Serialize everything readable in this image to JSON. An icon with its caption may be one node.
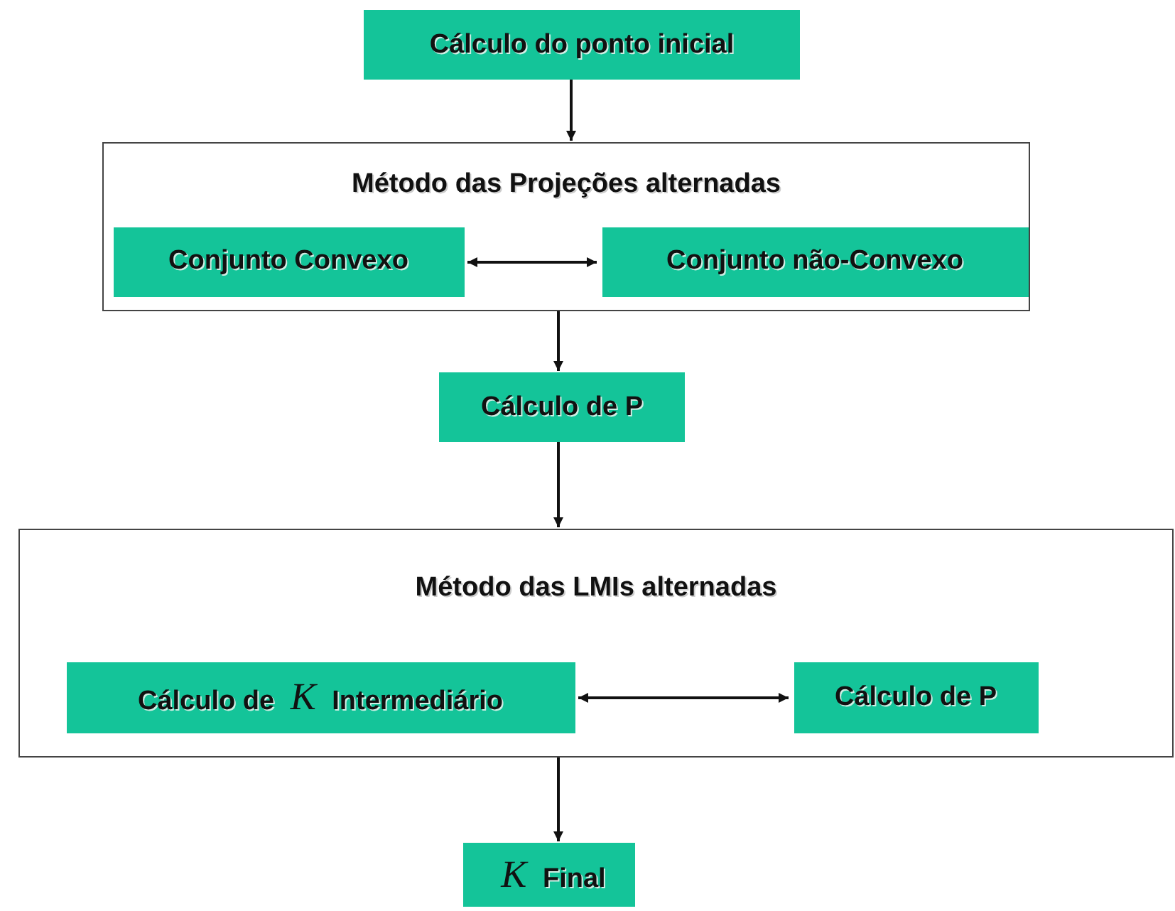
{
  "diagram": {
    "nodes": [
      {
        "text": [
          "Cálculo do ponto inicial"
        ]
      },
      {
        "text": [
          "Método das Projeções alternadas"
        ]
      },
      {
        "text": [
          "Conjunto Convexo"
        ],
        "in": 1
      },
      {
        "text": [
          "Conjunto não-Convexo"
        ],
        "in": 1
      },
      {
        "text": [
          "Cálculo de P"
        ]
      },
      {
        "text": [
          "Método das LMIs alternadas"
        ]
      },
      {
        "text": [
          "Cálculo de *K* Intermediário"
        ],
        "in": 5
      },
      {
        "text": [
          "Cálculo de P"
        ],
        "in": 5
      },
      {
        "text": [
          "*K* Final"
        ]
      }
    ],
    "edges": [
      {
        "from": 0,
        "to": 1,
        "arrow": "to"
      },
      {
        "from": 2,
        "to": 3,
        "arrow": "both"
      },
      {
        "from": 1,
        "to": 4,
        "arrow": "to"
      },
      {
        "from": 4,
        "to": 5,
        "arrow": "to"
      },
      {
        "from": 6,
        "to": 7,
        "arrow": "both"
      },
      {
        "from": 5,
        "to": 8,
        "arrow": "to"
      }
    ]
  }
}
